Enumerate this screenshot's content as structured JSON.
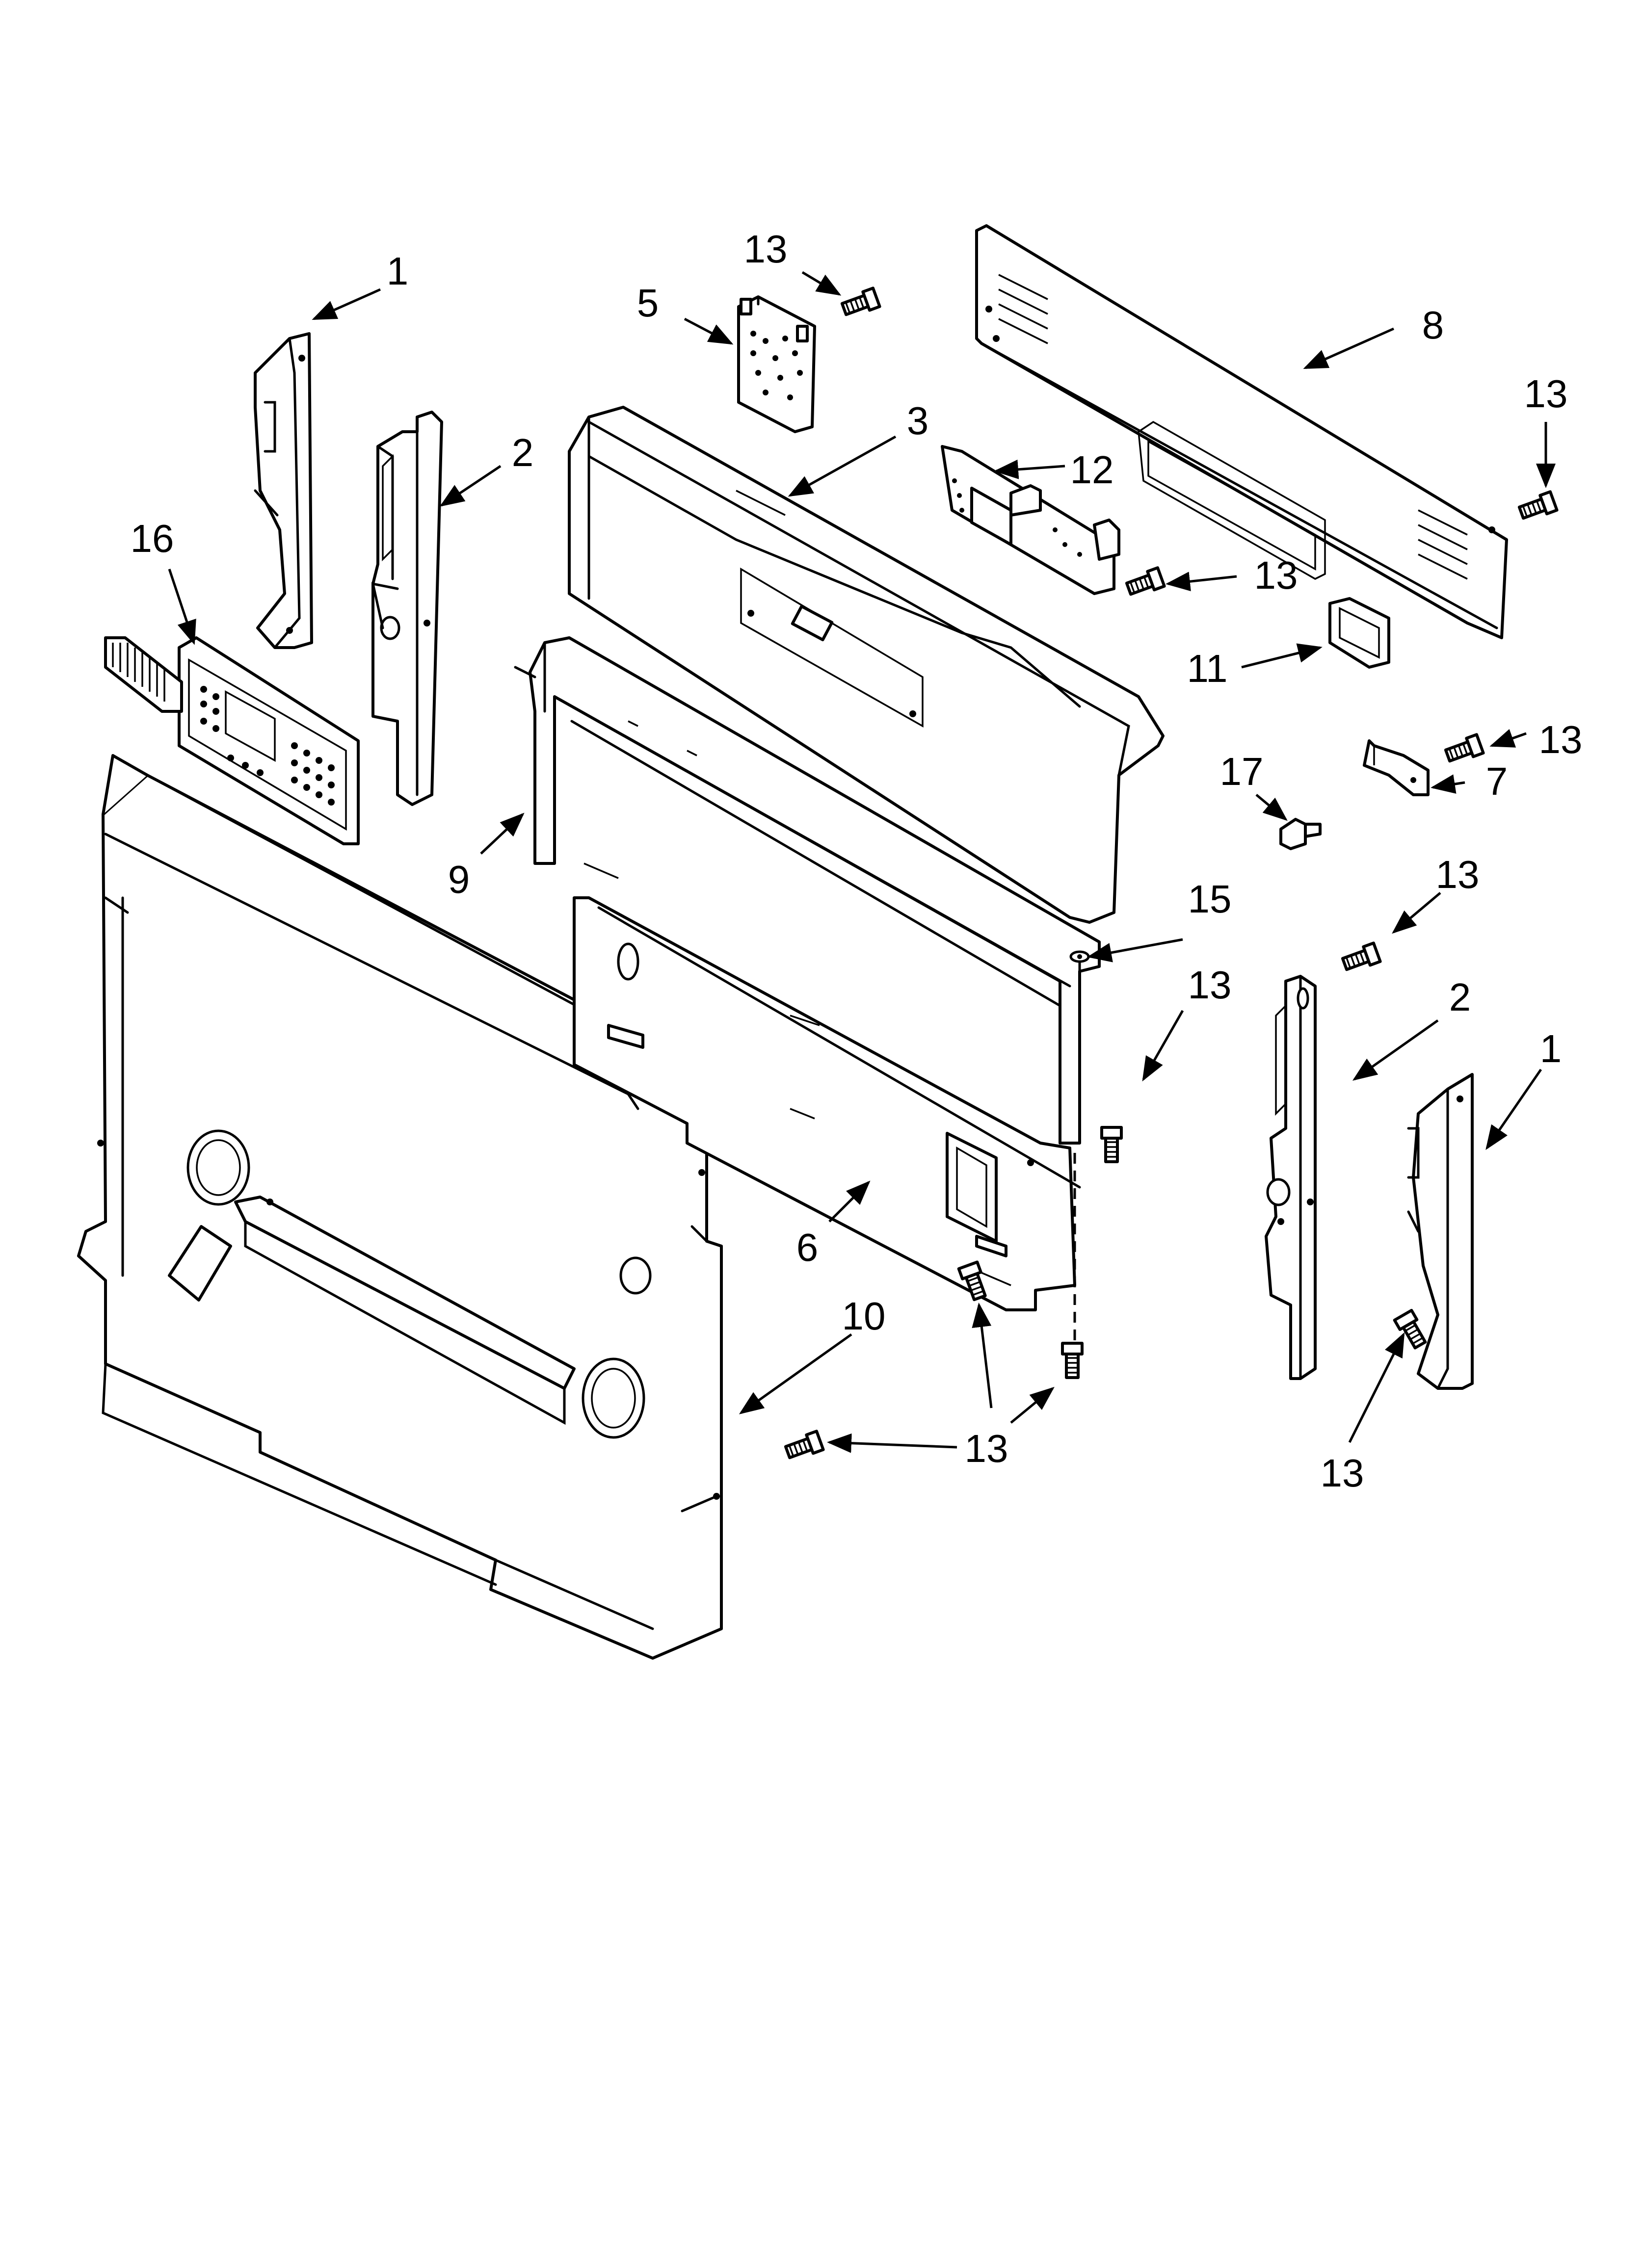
{
  "diagram": {
    "type": "exploded-parts-view",
    "callouts": [
      {
        "id": "c1a",
        "label": "1"
      },
      {
        "id": "c2a",
        "label": "2"
      },
      {
        "id": "c16",
        "label": "16"
      },
      {
        "id": "c13a",
        "label": "13"
      },
      {
        "id": "c5",
        "label": "5"
      },
      {
        "id": "c3",
        "label": "3"
      },
      {
        "id": "c12",
        "label": "12"
      },
      {
        "id": "c8",
        "label": "8"
      },
      {
        "id": "c13b",
        "label": "13"
      },
      {
        "id": "c13c",
        "label": "13"
      },
      {
        "id": "c11",
        "label": "11"
      },
      {
        "id": "c13d",
        "label": "13"
      },
      {
        "id": "c7",
        "label": "7"
      },
      {
        "id": "c17",
        "label": "17"
      },
      {
        "id": "c9",
        "label": "9"
      },
      {
        "id": "c15",
        "label": "15"
      },
      {
        "id": "c13e",
        "label": "13"
      },
      {
        "id": "c13f",
        "label": "13"
      },
      {
        "id": "c2b",
        "label": "2"
      },
      {
        "id": "c1b",
        "label": "1"
      },
      {
        "id": "c6",
        "label": "6"
      },
      {
        "id": "c10",
        "label": "10"
      },
      {
        "id": "c13g",
        "label": "13"
      },
      {
        "id": "c13h",
        "label": "13"
      }
    ]
  }
}
